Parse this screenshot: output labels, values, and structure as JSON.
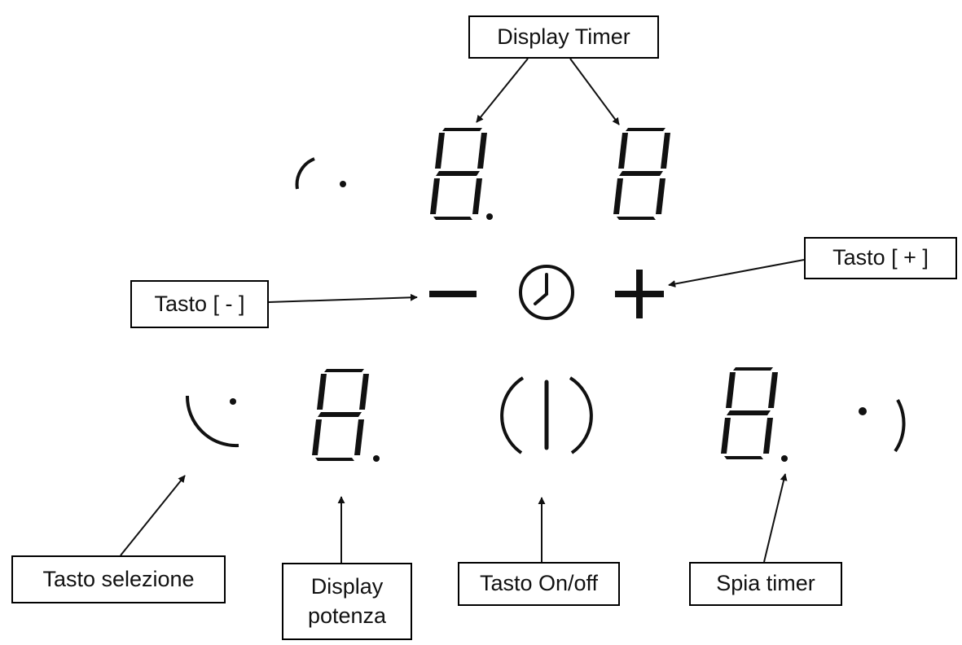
{
  "labels": {
    "display_timer": "Display Timer",
    "tasto_plus": "Tasto [ + ]",
    "tasto_minus": "Tasto [ - ]",
    "tasto_selezione": "Tasto selezione",
    "display_potenza": "Display potenza",
    "tasto_onoff": "Tasto On/off",
    "spia_timer": "Spia timer"
  },
  "icons": {
    "clock": "clock-icon",
    "power": "power-icon",
    "plus": "plus-icon",
    "minus": "minus-icon"
  },
  "colors": {
    "ink": "#111111",
    "background": "#ffffff"
  }
}
